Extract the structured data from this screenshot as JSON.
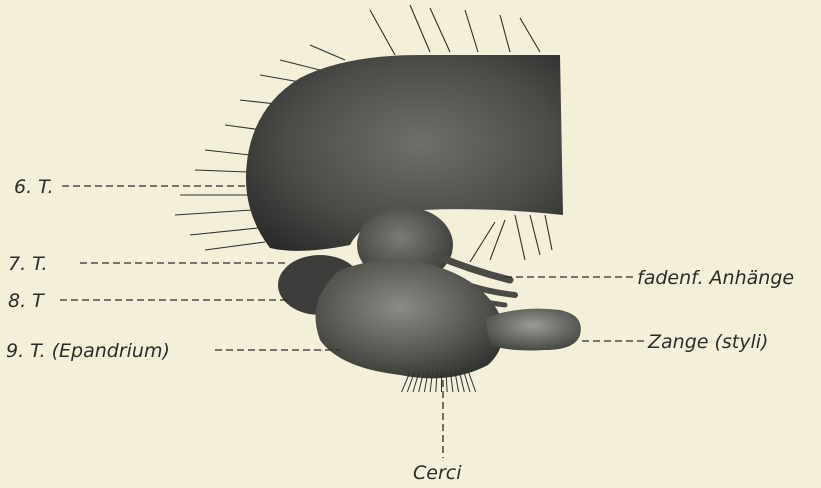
{
  "labels": {
    "t6": "6. T.",
    "t7": "7. T.",
    "t8": "8. T",
    "t9": "9. T. (Epandrium)",
    "appendages": "fadenf. Anhänge",
    "claspers": "Zange (styli)",
    "cerci": "Cerci"
  },
  "colors": {
    "paper": "#f4efd9",
    "specimen_dark": "#2f302e",
    "specimen_mid": "#5a5b57",
    "specimen_light": "#8d8e88",
    "ink": "#2b2b2b"
  }
}
